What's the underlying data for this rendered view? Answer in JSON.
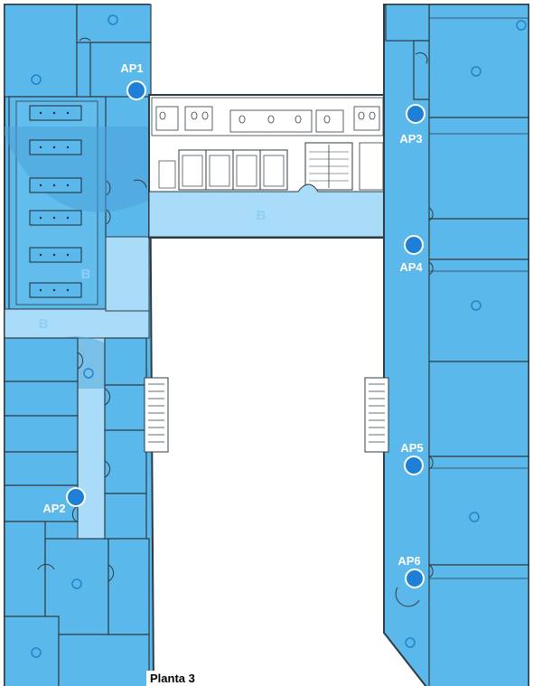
{
  "floor_label": "Planta 3",
  "zones": [
    "B",
    "B",
    "B"
  ],
  "access_points": [
    {
      "id": "AP1"
    },
    {
      "id": "AP2"
    },
    {
      "id": "AP3"
    },
    {
      "id": "AP4"
    },
    {
      "id": "AP5"
    },
    {
      "id": "AP6"
    }
  ],
  "colors": {
    "room_fill": "#5bb8ea",
    "corridor_fill": "#a8dcf8",
    "coverage_fill": "#4aa3d8",
    "wall": "#2f3b44",
    "ap_marker": "#1d7fd6",
    "label": "#ffffff"
  }
}
